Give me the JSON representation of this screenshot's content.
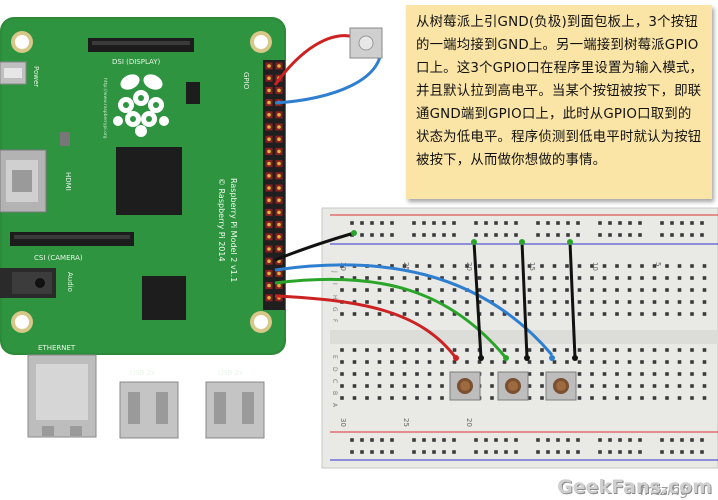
{
  "note": {
    "text": "从树莓派上引GND(负极)到面包板上，3个按钮的一端均接到GND上。另一端接到树莓派GPIO口上。这3个GPIO口在程序里设置为输入模式，并且默认拉到高电平。当某个按钮被按下，即联通GND端到GPIO口上，此时从GPIO口取到的状态为低电平。程序侦测到低电平时就认为按钮被按下，从而做你想做的事情。"
  },
  "board": {
    "dsi_label": "DSI (DISPLAY)",
    "power_label": "Power",
    "gpio_label": "GPIO",
    "hdmi_label": "HDMI",
    "csi_label": "CSI (CAMERA)",
    "audio_label": "Audio",
    "ethernet_label": "ETHERNET",
    "usb_label_1": "USB 2x",
    "usb_label_2": "USB 2x",
    "model_line1": "Raspberry Pi Model 2 v1.1",
    "model_line2": "© Raspberry Pi 2014",
    "url_text": "http://www.raspberrypi.org"
  },
  "breadboard": {
    "col_labels": [
      "30",
      "25",
      "20",
      "15",
      "10",
      "5"
    ],
    "row_labels_top": [
      "J",
      "I",
      "H",
      "G",
      "F"
    ],
    "row_labels_bottom": [
      "E",
      "D",
      "C",
      "B",
      "A"
    ]
  },
  "wire_colors": {
    "red": "#cc2222",
    "blue": "#2f7fd0",
    "green": "#2aa52a",
    "black": "#111111"
  },
  "watermark": "GeekFans.com",
  "credit": "fritzing"
}
